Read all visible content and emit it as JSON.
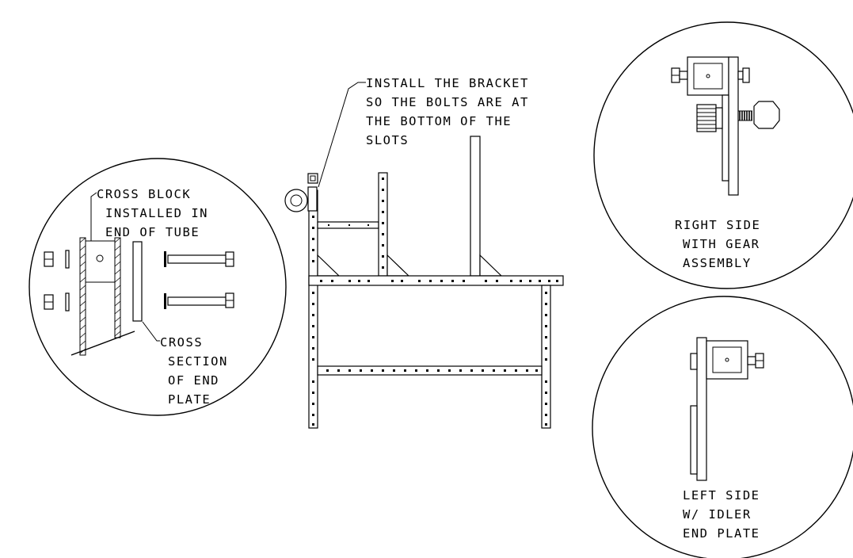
{
  "labels": {
    "install_bracket": [
      "INSTALL THE BRACKET",
      "SO THE BOLTS ARE AT",
      "THE BOTTOM OF THE",
      "SLOTS"
    ],
    "cross_block": [
      "CROSS BLOCK",
      "INSTALLED IN",
      "END OF TUBE"
    ],
    "cross_section": [
      "CROSS",
      "SECTION",
      "OF END",
      "PLATE"
    ],
    "right_side": [
      "RIGHT SIDE",
      "WITH GEAR",
      "ASSEMBLY"
    ],
    "left_side": [
      "LEFT SIDE",
      "W/ IDLER",
      "END PLATE"
    ]
  }
}
